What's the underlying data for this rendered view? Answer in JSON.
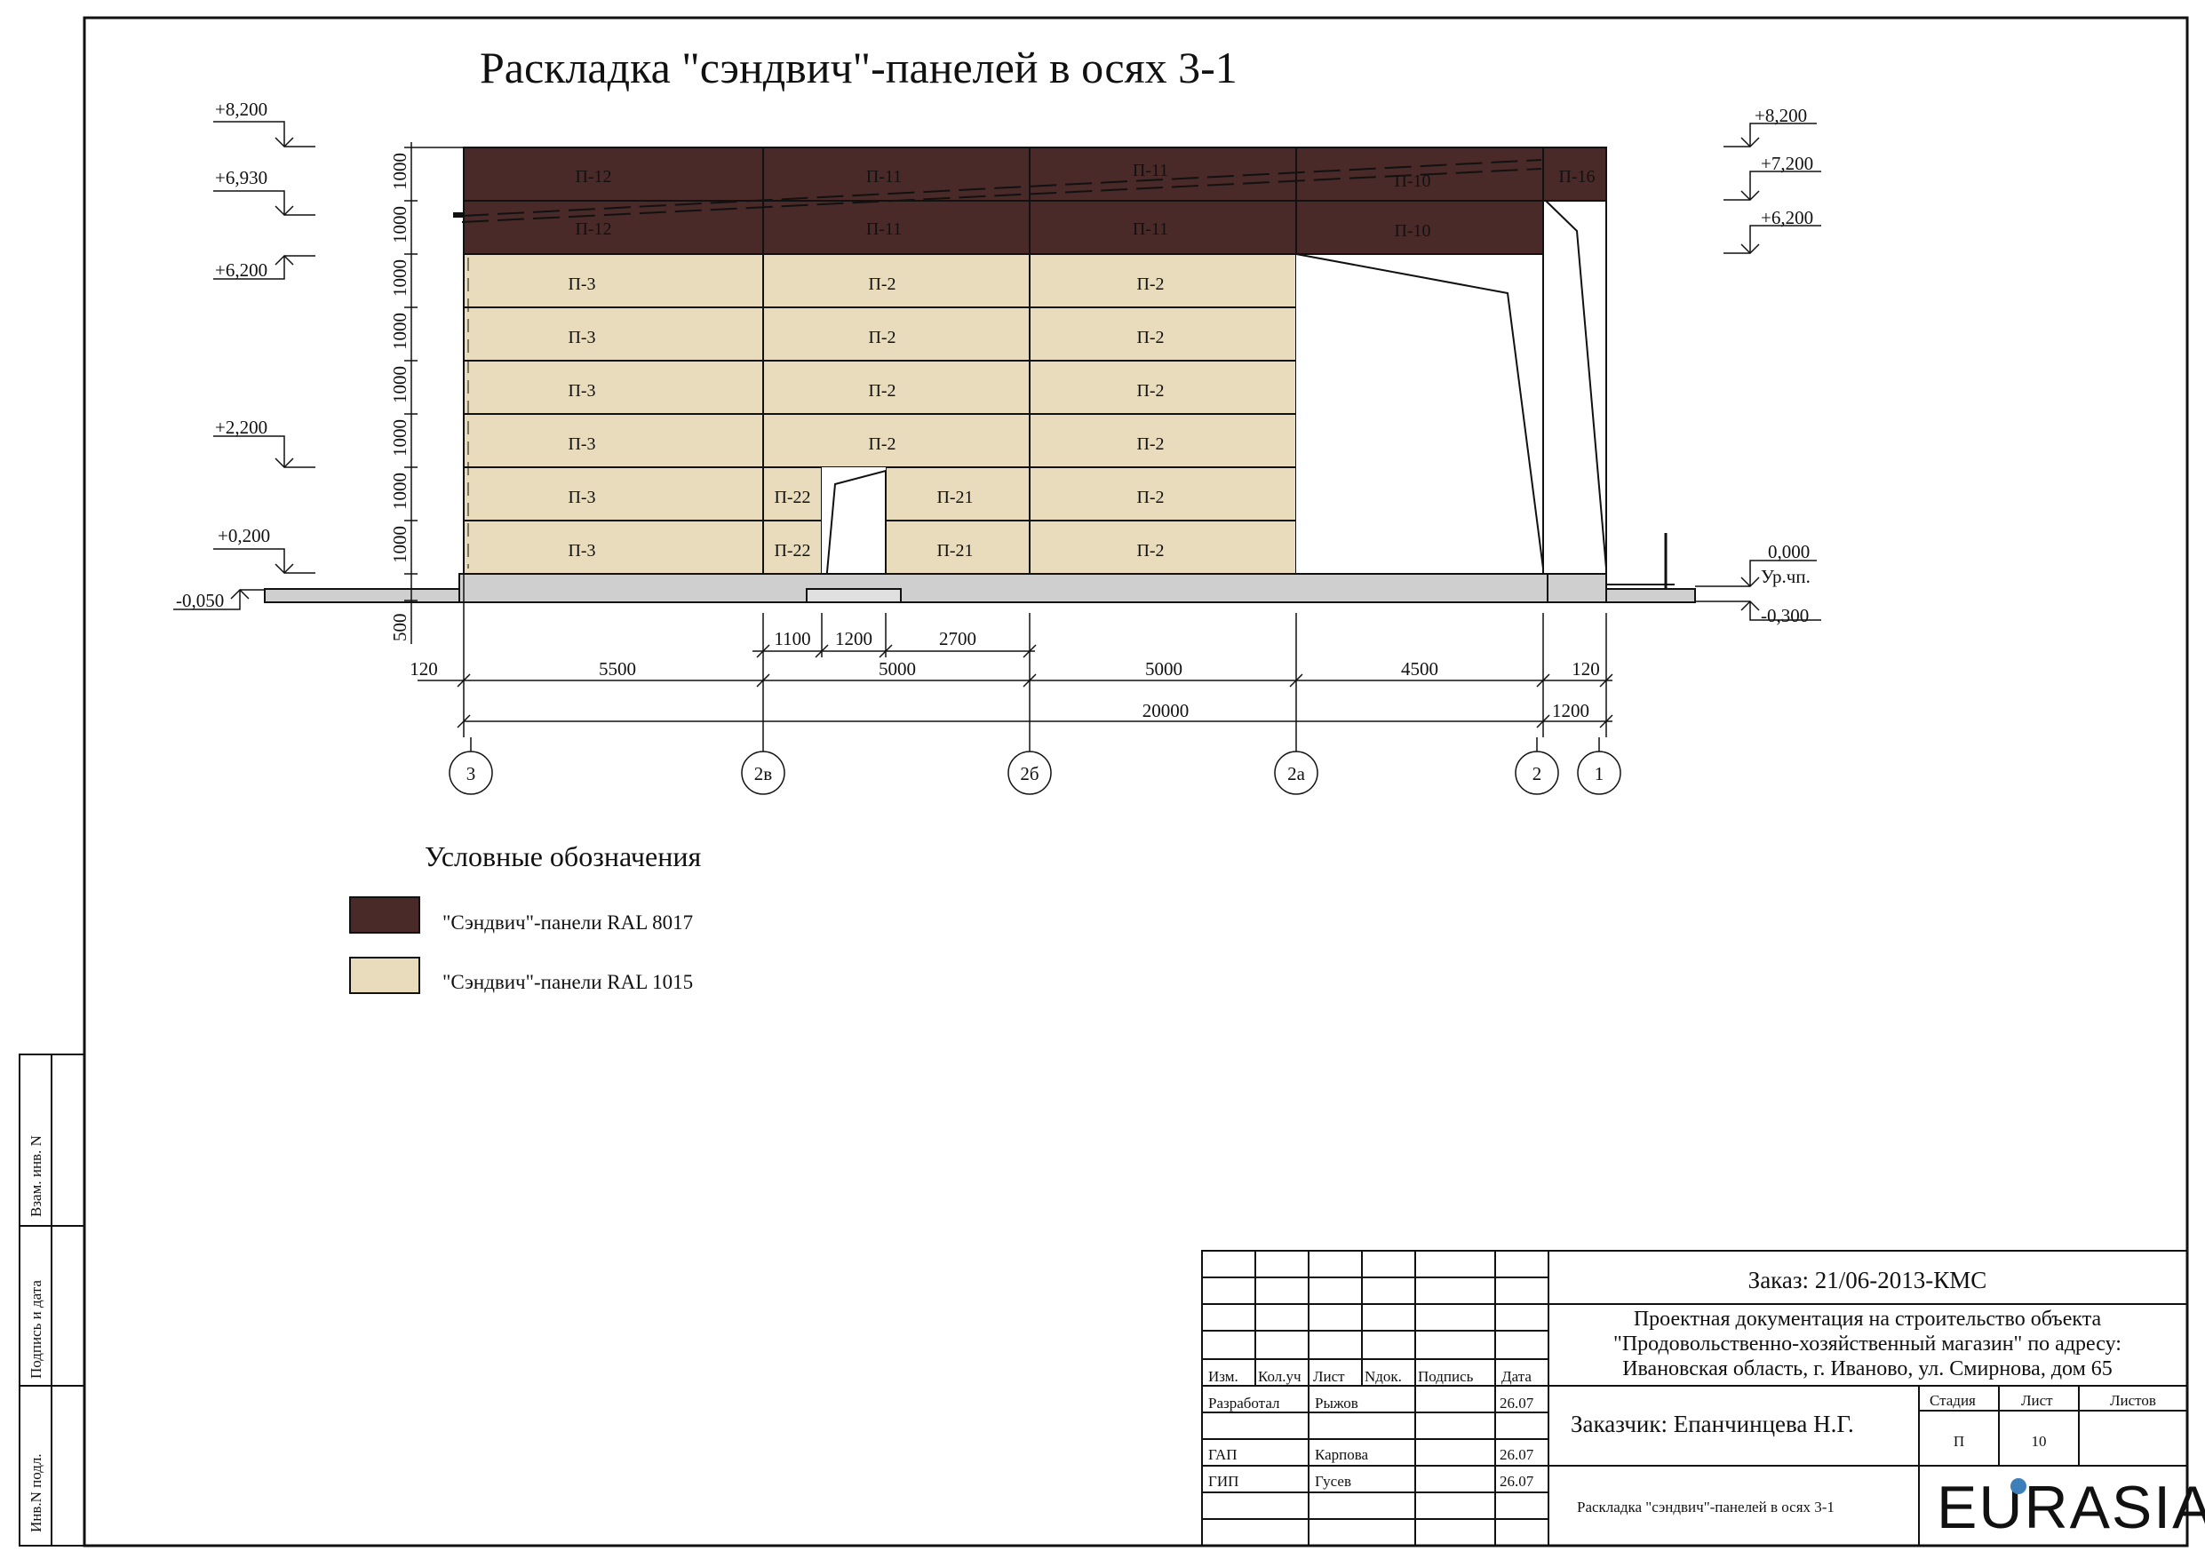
{
  "title": "Раскладка \"сэндвич\"-панелей в осях 3-1",
  "colors": {
    "dark": "#4a2a28",
    "light": "#e8dcbc",
    "line": "#111111"
  },
  "panels": {
    "row8": [
      "П-12",
      "П-11",
      "П-11",
      "П-10",
      "П-16"
    ],
    "row7": [
      "П-12",
      "П-11",
      "П-11",
      "П-10"
    ],
    "row6": [
      "П-3",
      "П-2",
      "П-2"
    ],
    "row5": [
      "П-3",
      "П-2",
      "П-2"
    ],
    "row4": [
      "П-3",
      "П-2",
      "П-2"
    ],
    "row3": [
      "П-3",
      "П-2",
      "П-2"
    ],
    "row2": [
      "П-3",
      "П-22",
      "П-21",
      "П-2"
    ],
    "row1": [
      "П-3",
      "П-22",
      "П-21",
      "П-2"
    ]
  },
  "levels_left": [
    "+8,200",
    "+6,930",
    "+6,200",
    "+2,200",
    "+0,200",
    "-0,050"
  ],
  "levels_right": [
    "+8,200",
    "+7,200",
    "+6,200",
    "0,000",
    "Ур.чп.",
    "-0,300"
  ],
  "vertical_dims": [
    "1000",
    "1000",
    "1000",
    "1000",
    "1000",
    "1000",
    "1000",
    "1000",
    "500"
  ],
  "dims_small": [
    "1100",
    "1200",
    "2700"
  ],
  "dims_row1": [
    "120",
    "5500",
    "5000",
    "5000",
    "4500",
    "120"
  ],
  "dims_row2": [
    "20000",
    "1200"
  ],
  "axes": [
    "3",
    "2в",
    "2б",
    "2а",
    "2",
    "1"
  ],
  "legend": {
    "heading": "Условные обозначения",
    "items": [
      "\"Сэндвич\"-панели RAL 8017",
      "\"Сэндвич\"-панели RAL 1015"
    ]
  },
  "side_stamp": [
    "Взам. инв. N",
    "Подпись и дата",
    "Инв.N подл."
  ],
  "stamp": {
    "order": "Заказ: 21/06-2013-КМС",
    "project": [
      "Проектная документация на строительство объекта",
      "\"Продовольственно-хозяйственный магазин\" по адресу:",
      "Ивановская область, г. Иваново, ул. Смирнова, дом 65"
    ],
    "headers": [
      "Изм.",
      "Кол.уч",
      "Лист",
      "Nдок.",
      "Подпись",
      "Дата"
    ],
    "people": [
      {
        "role": "Разработал",
        "name": "Рыжов",
        "date": "26.07"
      },
      {
        "role": "ГАП",
        "name": "Карпова",
        "date": "26.07"
      },
      {
        "role": "ГИП",
        "name": "Гусев",
        "date": "26.07"
      }
    ],
    "customer": "Заказчик: Епанчинцева Н.Г.",
    "stage_headers": [
      "Стадия",
      "Лист",
      "Листов"
    ],
    "stage": "П",
    "sheet": "10",
    "sheet_title": "Раскладка \"сэндвич\"-панелей в осях 3-1",
    "logo": "EURASIA"
  }
}
